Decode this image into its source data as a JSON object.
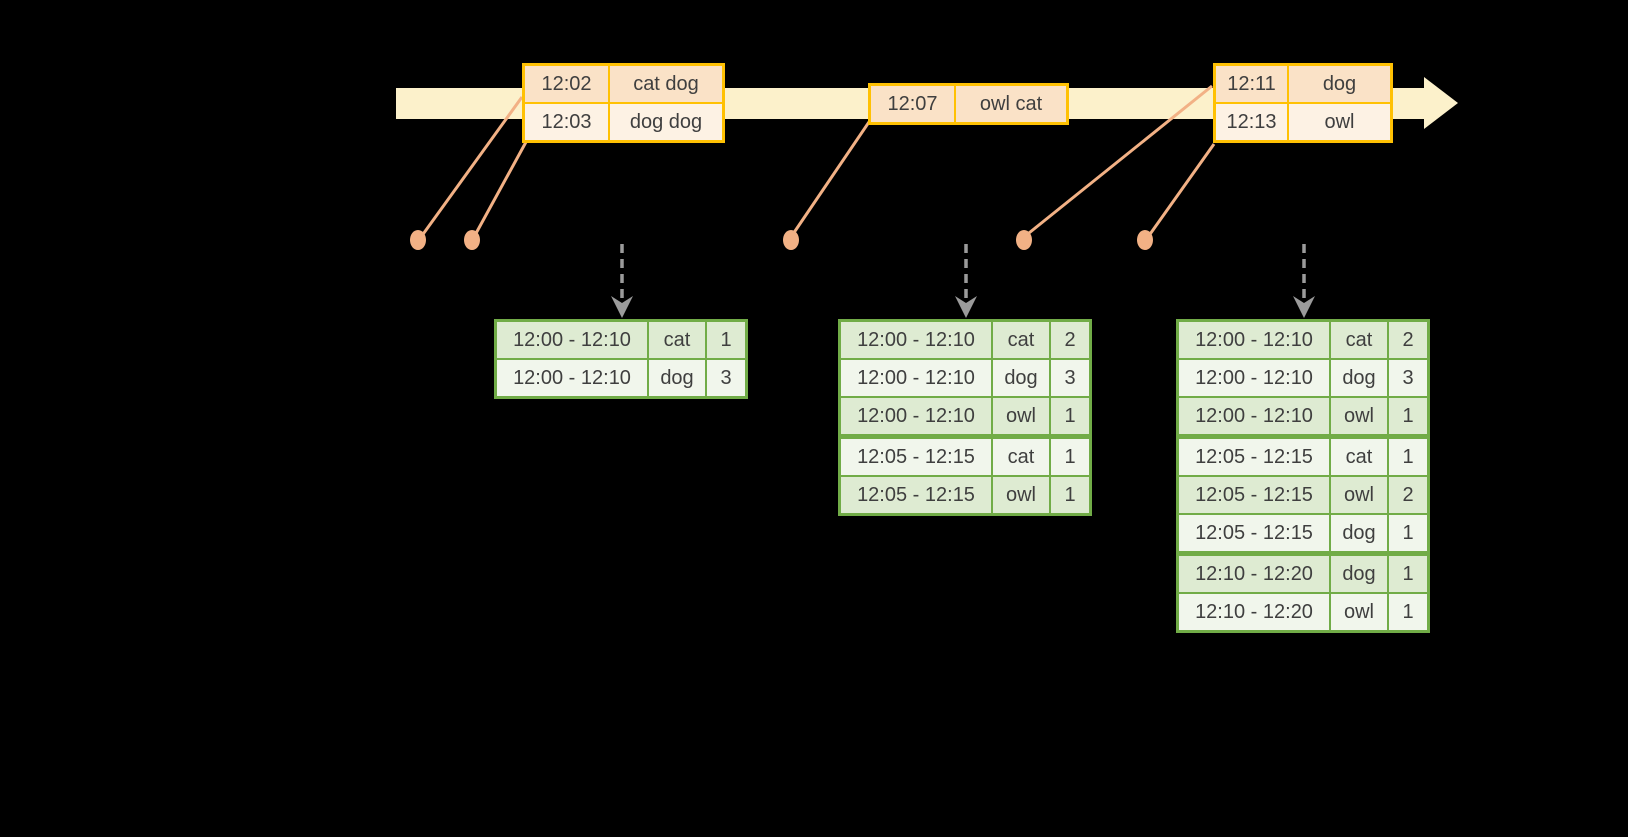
{
  "colors": {
    "background": "#000000",
    "timeline_band": "#FCF1CB",
    "event_border": "#FFC103",
    "event_fill_peach": "#FAE2C7",
    "event_fill_cream": "#FDF2E4",
    "connector": "#F2B185",
    "trigger_arrow": "#9B9B9B",
    "table_border": "#71AC47",
    "table_fill_dark": "#DEEBD2",
    "table_fill_light": "#F1F6EC",
    "text": "#3F3F3F"
  },
  "timeline": {
    "event_groups": [
      {
        "rows": [
          {
            "time": "12:02",
            "words": "cat dog"
          },
          {
            "time": "12:03",
            "words": "dog dog"
          }
        ]
      },
      {
        "rows": [
          {
            "time": "12:07",
            "words": "owl cat"
          }
        ]
      },
      {
        "rows": [
          {
            "time": "12:11",
            "words": "dog"
          },
          {
            "time": "12:13",
            "words": "owl"
          }
        ]
      }
    ]
  },
  "result_tables": [
    {
      "rows": [
        {
          "window": "12:00 - 12:10",
          "word": "cat",
          "count": "1"
        },
        {
          "window": "12:00 - 12:10",
          "word": "dog",
          "count": "3"
        }
      ]
    },
    {
      "rows": [
        {
          "window": "12:00 - 12:10",
          "word": "cat",
          "count": "2"
        },
        {
          "window": "12:00 - 12:10",
          "word": "dog",
          "count": "3"
        },
        {
          "window": "12:00 - 12:10",
          "word": "owl",
          "count": "1"
        },
        {
          "window": "12:05 - 12:15",
          "word": "cat",
          "count": "1"
        },
        {
          "window": "12:05 - 12:15",
          "word": "owl",
          "count": "1"
        }
      ]
    },
    {
      "rows": [
        {
          "window": "12:00 - 12:10",
          "word": "cat",
          "count": "2"
        },
        {
          "window": "12:00 - 12:10",
          "word": "dog",
          "count": "3"
        },
        {
          "window": "12:00 - 12:10",
          "word": "owl",
          "count": "1"
        },
        {
          "window": "12:05 - 12:15",
          "word": "cat",
          "count": "1"
        },
        {
          "window": "12:05 - 12:15",
          "word": "owl",
          "count": "2"
        },
        {
          "window": "12:05 - 12:15",
          "word": "dog",
          "count": "1"
        },
        {
          "window": "12:10 - 12:20",
          "word": "dog",
          "count": "1"
        },
        {
          "window": "12:10 - 12:20",
          "word": "owl",
          "count": "1"
        }
      ]
    }
  ]
}
